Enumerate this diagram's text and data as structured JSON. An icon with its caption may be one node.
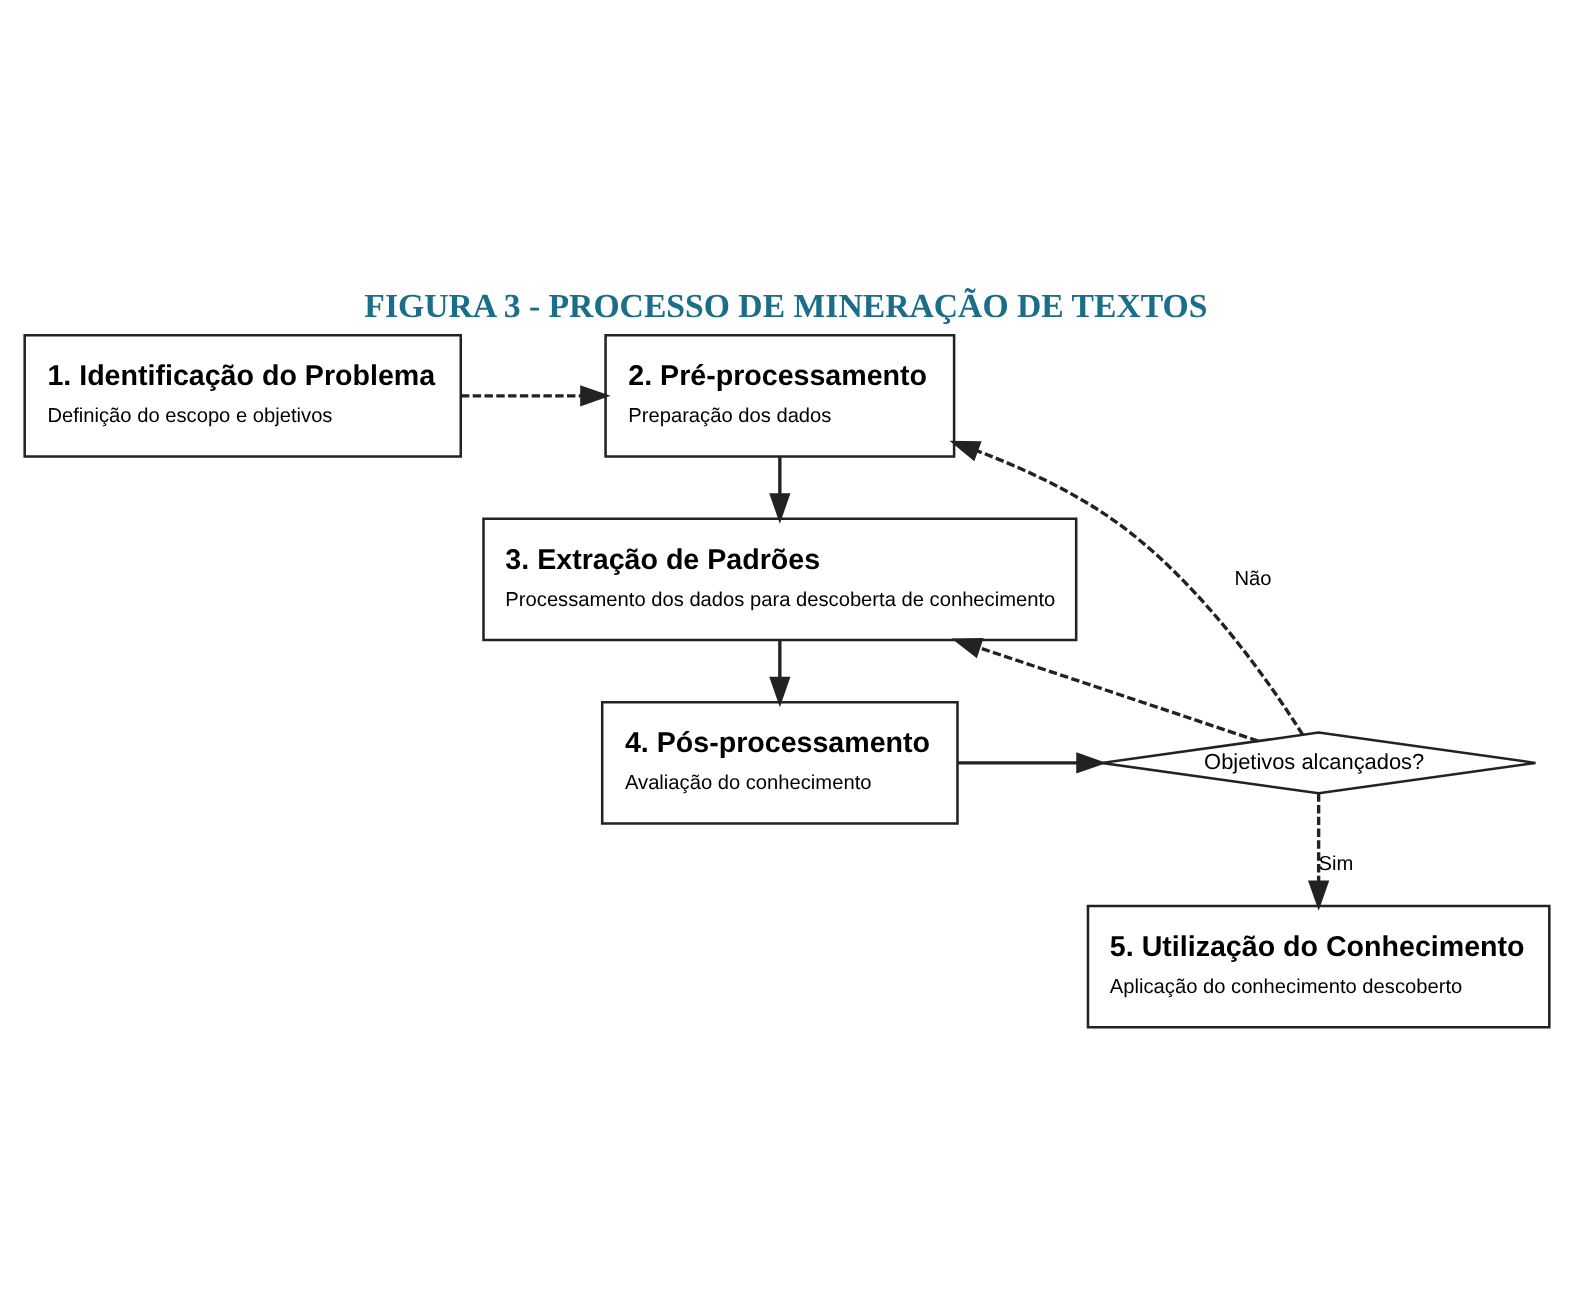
{
  "diagram": {
    "title": "FIGURA 3 - PROCESSO DE MINERAÇÃO DE TEXTOS",
    "nodes": [
      {
        "text": [
          "1. Identificação do Problema",
          "Definição do escopo e objetivos"
        ]
      },
      {
        "text": [
          "2. Pré-processamento",
          "Preparação dos dados"
        ]
      },
      {
        "text": [
          "3. Extração de Padrões",
          "Processamento dos dados para descoberta de conhecimento"
        ]
      },
      {
        "text": [
          "4. Pós-processamento",
          "Avaliação do conhecimento"
        ]
      },
      {
        "text": [
          "Objetivos alcançados?"
        ]
      },
      {
        "text": [
          "5. Utilização do Conhecimento",
          "Aplicação do conhecimento descoberto"
        ]
      }
    ],
    "edges": [
      {
        "from": 0,
        "to": 1,
        "arrow": "to",
        "style": "dashed"
      },
      {
        "from": 1,
        "to": 2,
        "arrow": "to"
      },
      {
        "from": 2,
        "to": 3,
        "arrow": "to"
      },
      {
        "from": 3,
        "to": 4,
        "arrow": "to"
      },
      {
        "from": 4,
        "to": 1,
        "arrow": "to",
        "style": "dashed",
        "label": "Não"
      },
      {
        "from": 4,
        "to": 2,
        "arrow": "to",
        "style": "dashed"
      },
      {
        "from": 4,
        "to": 5,
        "arrow": "to",
        "style": "dashed",
        "label": "Sim"
      }
    ]
  }
}
